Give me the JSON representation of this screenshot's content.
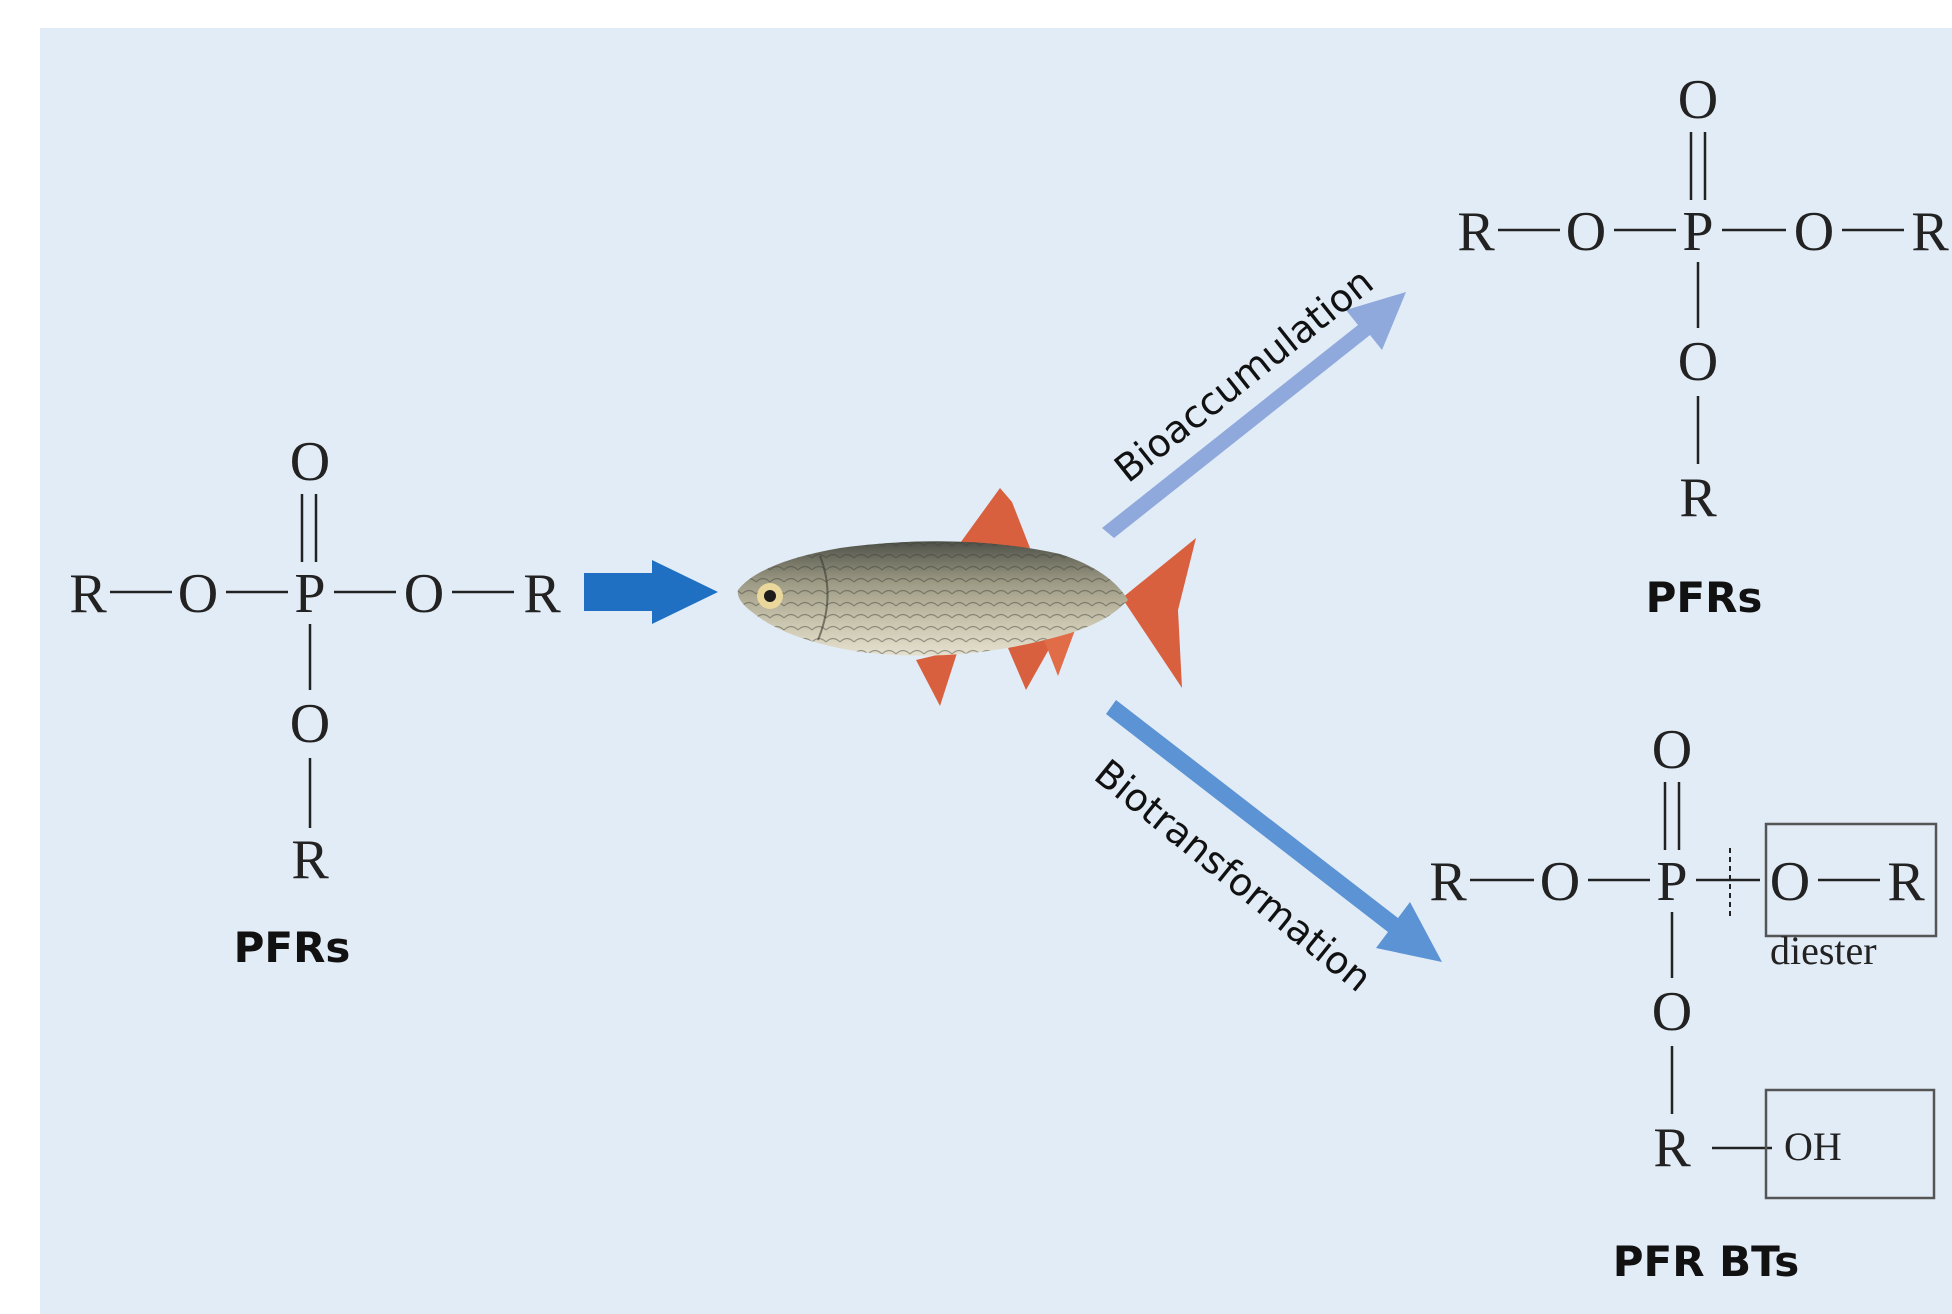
{
  "colors": {
    "panel_background": "#e2ecf6",
    "input_arrow": "#1f6fc2",
    "bioaccumulation_arrow": "#8fa9dc",
    "biotransformation_arrow": "#5b93d5",
    "fish_body": "#8d8b78",
    "fish_fins": "#d9603e"
  },
  "left_structure": {
    "atoms": {
      "r_left": "R",
      "o_left": "O",
      "p": "P",
      "o_right": "O",
      "r_right": "R",
      "o_top": "O",
      "o_bottom": "O",
      "r_bottom": "R"
    },
    "caption": "PFRs"
  },
  "fish": {
    "icon": "fish-icon"
  },
  "pathways": {
    "bioaccumulation": "Bioaccumulation",
    "biotransformation": "Biotransformation"
  },
  "top_right_structure": {
    "atoms": {
      "r_left": "R",
      "o_left": "O",
      "p": "P",
      "o_right": "O",
      "r_right": "R",
      "o_top": "O",
      "o_bottom": "O",
      "r_bottom": "R"
    },
    "caption": "PFRs"
  },
  "bottom_right_structure": {
    "atoms": {
      "r_left": "R",
      "o_left": "O",
      "p": "P",
      "o_right": "O",
      "r_right": "R",
      "o_top": "O",
      "o_bottom": "O",
      "r_bottom": "R"
    },
    "diester_label": "diester",
    "hydroxyl_label": "OH",
    "caption": "PFR BTs"
  }
}
